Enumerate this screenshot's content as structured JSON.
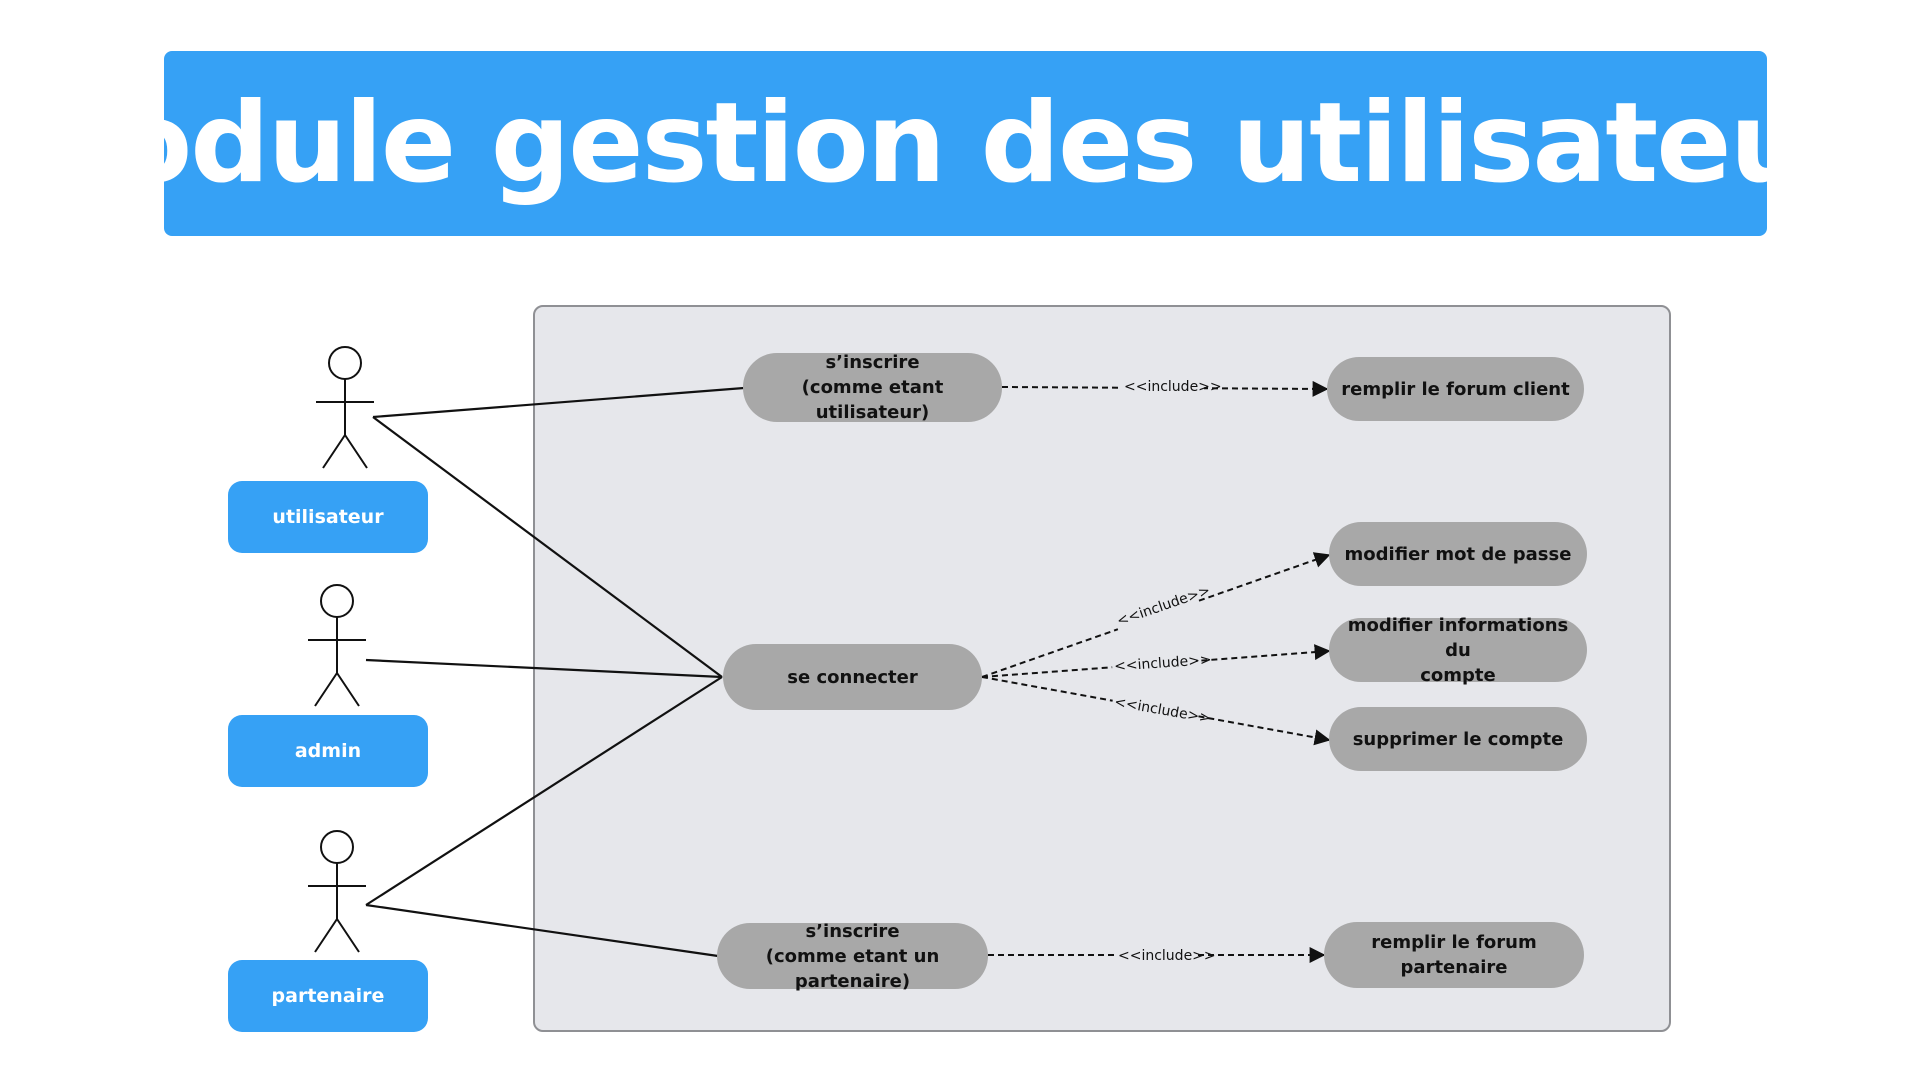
{
  "title": "Module gestion des utilisateurs",
  "actors": {
    "utilisateur": "utilisateur",
    "admin": "admin",
    "partenaire": "partenaire"
  },
  "use_cases": {
    "inscrire_utilisateur": [
      "s’inscrire",
      "(comme etant utilisateur)"
    ],
    "remplir_forum_client": "remplir le forum client",
    "se_connecter": "se connecter",
    "modifier_mot_de_passe": "modifier mot de passe",
    "modifier_informations": [
      "modifier informations du",
      "compte"
    ],
    "supprimer_compte": "supprimer le compte",
    "inscrire_partenaire": [
      "s’inscrire",
      "(comme etant un partenaire)"
    ],
    "remplir_forum_partenaire": "remplir le forum partenaire"
  },
  "relations": {
    "include_label": "<<include>>"
  },
  "colors": {
    "banner": "#36a1f5",
    "actor_label": "#36a1f5",
    "use_case": "#a8a8a8",
    "system_box": "#e6e7eb"
  }
}
